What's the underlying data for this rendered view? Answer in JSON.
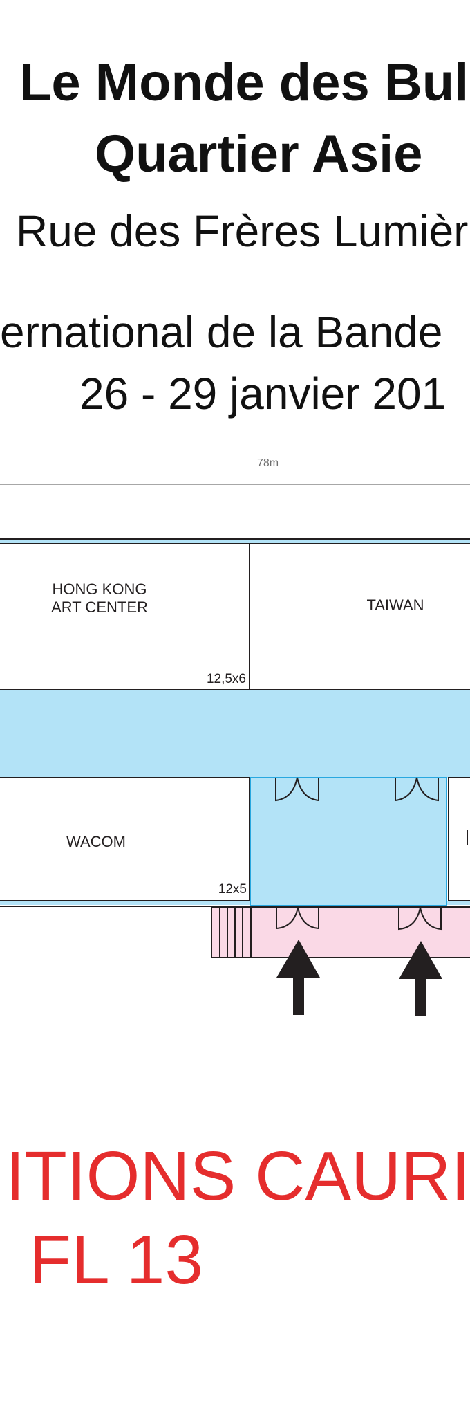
{
  "header": {
    "title_line1": "Le Monde des Bull",
    "title_line2": "Quartier Asie",
    "address": "Rue des Frères Lumièr",
    "festival": "ernational de la Bande",
    "dates": "26 - 29 janvier 201"
  },
  "plan": {
    "width_dimension": "78m",
    "booths": [
      {
        "name": "HONG KONG",
        "name2": "ART CENTER",
        "size": "12,5x6"
      },
      {
        "name": "TAIWAN"
      },
      {
        "name": "WACOM",
        "size": "12x5"
      }
    ],
    "colors": {
      "corridor": "#b3e3f7",
      "corridor_border": "#29a8e0",
      "entrance": "#fad9e6",
      "walls": "#231f20"
    }
  },
  "footer": {
    "publisher": "ITIONS CAURI",
    "stand": "FL 13",
    "color": "#e52d2d"
  }
}
